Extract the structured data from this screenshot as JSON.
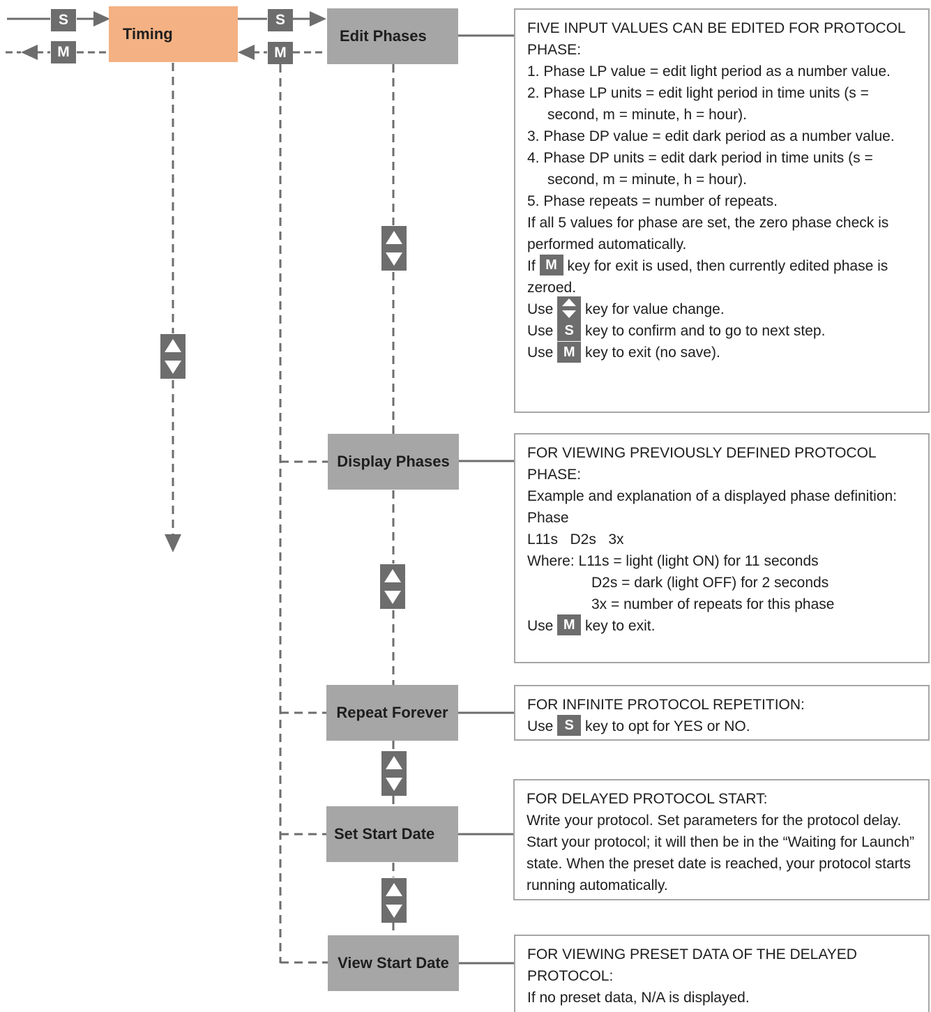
{
  "keys": {
    "s": "S",
    "m": "M"
  },
  "nodes": {
    "timing": "Timing",
    "edit_phases": "Edit Phases",
    "display_phases": "Display Phases",
    "repeat_forever": "Repeat Forever",
    "set_start_date": "Set Start Date",
    "view_start_date": "View Start Date"
  },
  "notes": {
    "edit": {
      "l1": "FIVE INPUT VALUES CAN BE EDITED FOR PROTOCOL PHASE:",
      "l2": "1. Phase LP value = edit light period as a number value.",
      "l3": "2. Phase LP units = edit light period in time units (s = second, m = minute, h = hour).",
      "l4": "3. Phase DP value = edit dark period as a number value.",
      "l5": "4. Phase DP units = edit dark period in time units (s = second, m = minute, h = hour).",
      "l6": "5. Phase repeats = number of repeats.",
      "l7": "If all 5 values for phase are set, the zero phase check is performed automatically.",
      "l8a": "If",
      "l8b": "key for exit is used, then currently edited phase is zeroed.",
      "l9a": "Use",
      "l9b": "key for value change.",
      "l10a": "Use",
      "l10b": "key to confirm and to go to next step.",
      "l11a": "Use",
      "l11b": "key to exit (no save)."
    },
    "display": {
      "l1": "FOR VIEWING PREVIOUSLY DEFINED PROTOCOL PHASE:",
      "l2": "Example and explanation of a displayed phase definition:",
      "l3": "Phase",
      "l4": "L11s   D2s   3x",
      "l5": "Where:  L11s = light (light ON) for 11 seconds",
      "l6": "D2s = dark (light OFF) for 2 seconds",
      "l7": "3x = number of repeats for this phase",
      "l8a": "Use",
      "l8b": "key to exit."
    },
    "repeat": {
      "l1": "FOR INFINITE PROTOCOL REPETITION:",
      "l2a": "Use",
      "l2b": "key to opt for YES or NO."
    },
    "set_start": {
      "l1": "FOR DELAYED PROTOCOL START:",
      "l2": "Write your protocol. Set parameters for the protocol delay. Start your protocol; it will then be in the “Waiting for Launch” state. When the preset date is reached, your protocol starts running automatically."
    },
    "view_start": {
      "l1": "FOR VIEWING PRESET DATA OF THE DELAYED PROTOCOL:",
      "l2": "If no preset data, N/A is displayed."
    }
  },
  "colors": {
    "timing_fill": "#f4b183",
    "node_fill": "#a6a6a6",
    "key_fill": "#6d6d6d",
    "line": "#6d6d6d"
  }
}
